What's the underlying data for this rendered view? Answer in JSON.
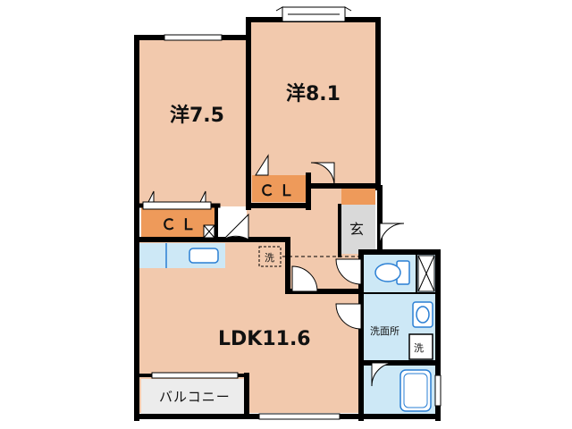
{
  "floor_plan": {
    "rooms": {
      "western_left": "洋7.5",
      "western_right": "洋8.1",
      "closet_left": "ＣＬ",
      "closet_right": "ＣＬ",
      "entrance": "玄",
      "ldk": "LDK11.6",
      "washroom": "洗面所",
      "washer": "洗",
      "balcony": "バルコニー",
      "laundry_pan": "洗"
    },
    "colors": {
      "room_floor": "#f2c9ad",
      "closet": "#ee9a5a",
      "wet_area": "#cde8f6",
      "entrance": "#d9d9d9",
      "balcony": "#ececec",
      "wall": "#000000"
    }
  }
}
